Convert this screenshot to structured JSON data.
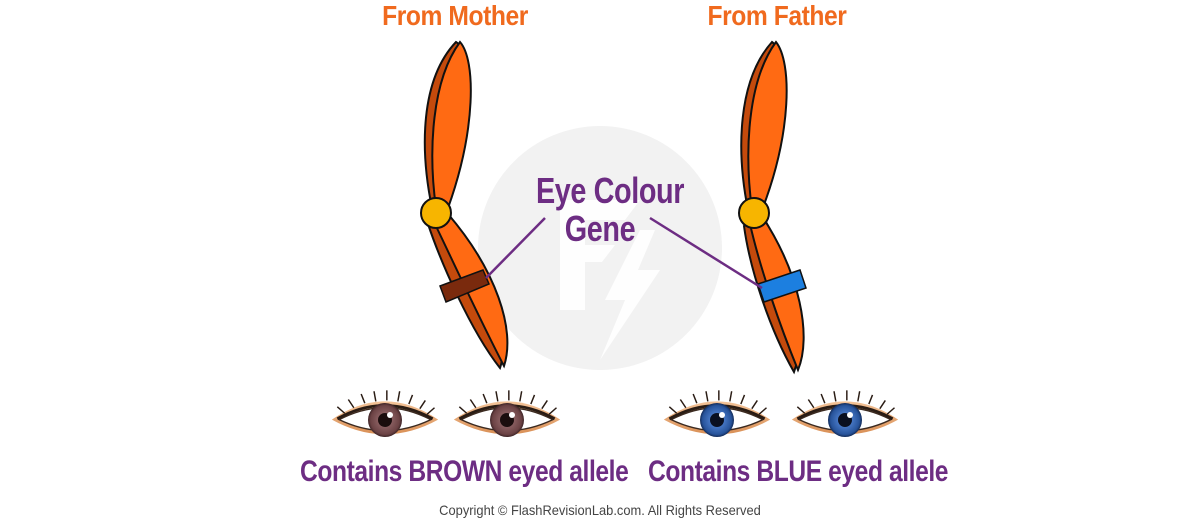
{
  "labels": {
    "mother": "From Mother",
    "father": "From Father",
    "gene_line1": "Eye Colour",
    "gene_line2": "Gene",
    "brown_caption": "Contains BROWN eyed allele",
    "blue_caption": "Contains BLUE eyed allele",
    "copyright": "Copyright © FlashRevisionLab.com. All Rights Reserved"
  },
  "colors": {
    "label_orange": "#f06a1e",
    "label_purple": "#6d2d83",
    "chromosome_orange": "#ff6a13",
    "chromosome_shade": "#c44a0c",
    "centromere": "#f7b500",
    "brown_band": "#7a2a0d",
    "blue_band": "#1c7fe0",
    "iris_brown": "#7b5354",
    "iris_blue": "#2e5ea8",
    "skin": "#e9a877",
    "watermark": "#f1f1f1"
  }
}
